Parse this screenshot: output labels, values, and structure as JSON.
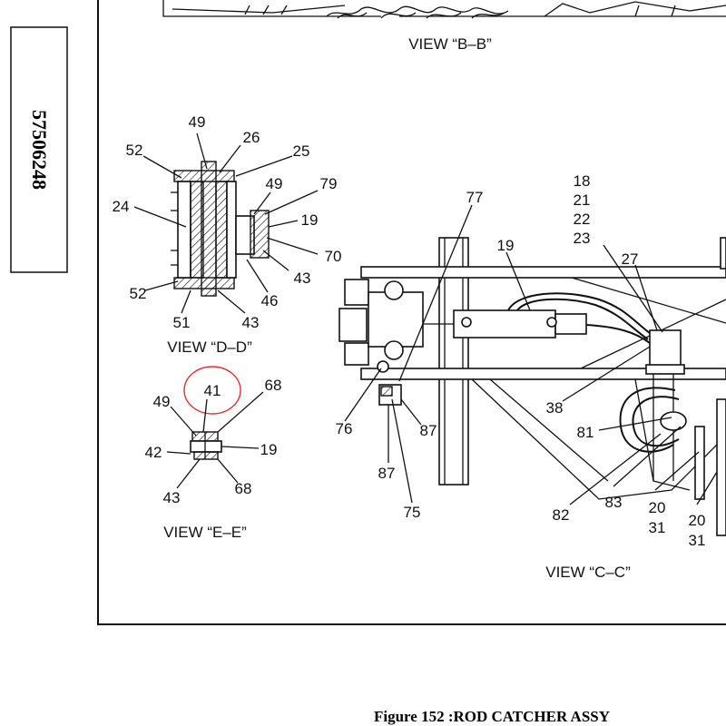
{
  "side_number": "57506248",
  "caption": "Figure 152 :ROD CATCHER ASSY",
  "views": {
    "bb": "VIEW “B–B”",
    "dd": "VIEW “D–D”",
    "ee": "VIEW “E–E”",
    "cc": "VIEW “C–C”"
  },
  "callouts": {
    "dd": [
      "49",
      "26",
      "52",
      "25",
      "49",
      "79",
      "24",
      "19",
      "70",
      "43",
      "52",
      "46",
      "51",
      "43"
    ],
    "ee": [
      "41",
      "68",
      "49",
      "19",
      "42",
      "43",
      "68"
    ],
    "cc": [
      "77",
      "18",
      "21",
      "22",
      "23",
      "19",
      "27",
      "38",
      "81",
      "76",
      "87",
      "87",
      "75",
      "82",
      "83",
      "20",
      "31",
      "20",
      "31"
    ]
  },
  "highlight": {
    "label": "41",
    "color": "#e03030"
  }
}
